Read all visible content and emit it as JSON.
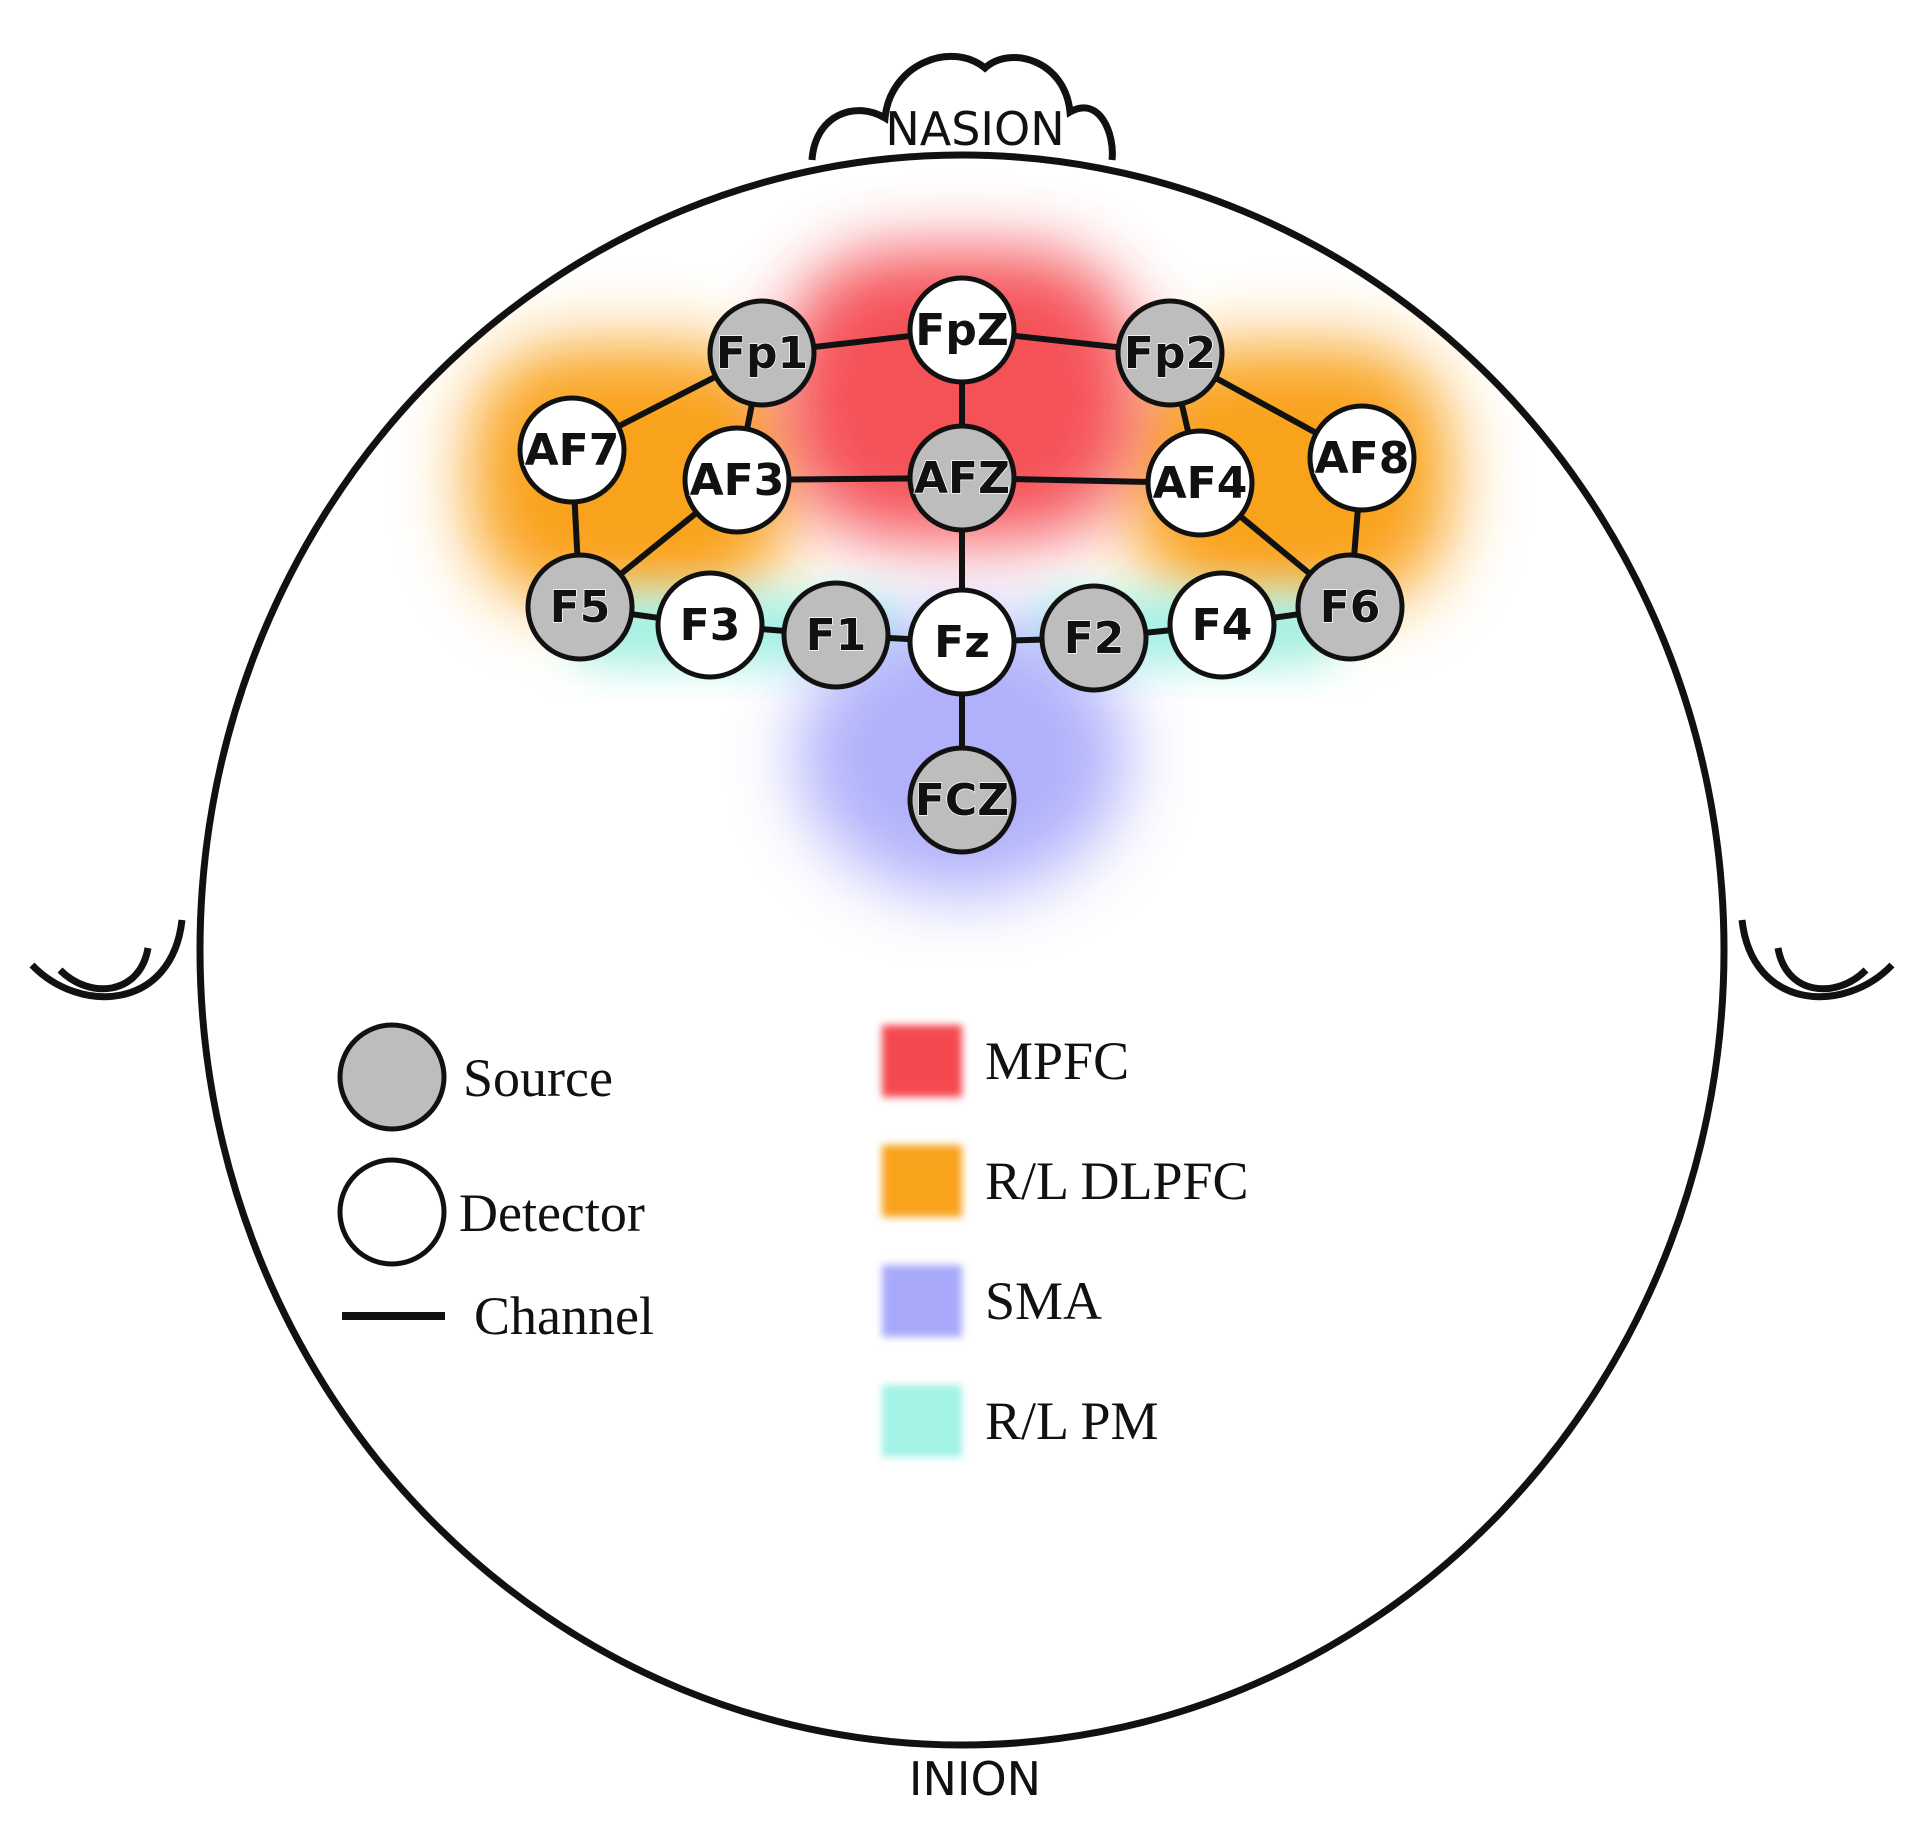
{
  "landmarks": {
    "top": "NASION",
    "bottom": "INION"
  },
  "colors": {
    "source_fill": "#bdbdbd",
    "detector_fill": "#ffffff",
    "outline": "#111111",
    "mpfc": "#f44a4f",
    "dlpfc": "#f9a31c",
    "sma": "#a9a9fb",
    "pm": "#a2f2e6"
  },
  "optodes": [
    {
      "id": "Fp1",
      "label": "Fp1",
      "type": "source"
    },
    {
      "id": "FpZ",
      "label": "FpZ",
      "type": "detector"
    },
    {
      "id": "Fp2",
      "label": "Fp2",
      "type": "source"
    },
    {
      "id": "AF7",
      "label": "AF7",
      "type": "detector"
    },
    {
      "id": "AF3",
      "label": "AF3",
      "type": "detector"
    },
    {
      "id": "AFZ",
      "label": "AFZ",
      "type": "source"
    },
    {
      "id": "AF4",
      "label": "AF4",
      "type": "detector"
    },
    {
      "id": "AF8",
      "label": "AF8",
      "type": "detector"
    },
    {
      "id": "F5",
      "label": "F5",
      "type": "source"
    },
    {
      "id": "F3",
      "label": "F3",
      "type": "detector"
    },
    {
      "id": "F1",
      "label": "F1",
      "type": "source"
    },
    {
      "id": "Fz",
      "label": "Fz",
      "type": "detector"
    },
    {
      "id": "F2",
      "label": "F2",
      "type": "source"
    },
    {
      "id": "F4",
      "label": "F4",
      "type": "detector"
    },
    {
      "id": "F6",
      "label": "F6",
      "type": "source"
    },
    {
      "id": "FCZ",
      "label": "FCZ",
      "type": "source"
    }
  ],
  "channels": [
    [
      "Fp1",
      "FpZ"
    ],
    [
      "FpZ",
      "Fp2"
    ],
    [
      "Fp1",
      "AF7"
    ],
    [
      "Fp1",
      "AF3"
    ],
    [
      "FpZ",
      "AFZ"
    ],
    [
      "Fp2",
      "AF4"
    ],
    [
      "Fp2",
      "AF8"
    ],
    [
      "AF3",
      "AFZ"
    ],
    [
      "AFZ",
      "AF4"
    ],
    [
      "AF7",
      "F5"
    ],
    [
      "AF3",
      "F5"
    ],
    [
      "AFZ",
      "Fz"
    ],
    [
      "AF4",
      "F6"
    ],
    [
      "AF8",
      "F6"
    ],
    [
      "F5",
      "F3"
    ],
    [
      "F3",
      "F1"
    ],
    [
      "F1",
      "Fz"
    ],
    [
      "Fz",
      "F2"
    ],
    [
      "F2",
      "F4"
    ],
    [
      "F4",
      "F6"
    ],
    [
      "Fz",
      "FCZ"
    ]
  ],
  "legend": {
    "types": [
      {
        "key": "source",
        "label": "Source"
      },
      {
        "key": "detector",
        "label": "Detector"
      },
      {
        "key": "channel",
        "label": "Channel"
      }
    ],
    "regions": [
      {
        "key": "mpfc",
        "label": "MPFC"
      },
      {
        "key": "dlpfc",
        "label": "R/L DLPFC"
      },
      {
        "key": "sma",
        "label": "SMA"
      },
      {
        "key": "pm",
        "label": "R/L PM"
      }
    ]
  }
}
